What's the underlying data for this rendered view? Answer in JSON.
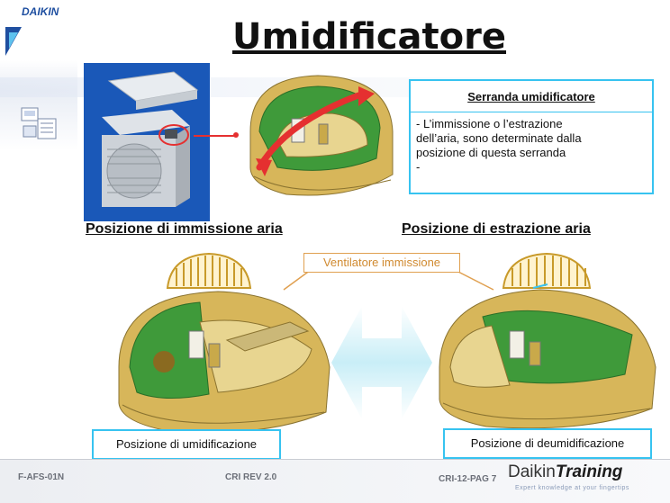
{
  "brand": {
    "logo": "DAIKIN",
    "training_prefix": "Daikin",
    "training_suffix": "Training",
    "tagline": "Expert knowledge at your fingertips"
  },
  "title": "Umidificatore",
  "info_box": {
    "title": "Serranda umidificatore",
    "body": "- L’immissione o l’estrazione\n  dell’aria, sono determinate dalla\n  posizione di questa serranda\n-"
  },
  "sections": {
    "left_label": "Posizione di immissione aria",
    "right_label": "Posizione di estrazione aria"
  },
  "fan_caption": "Ventilatore immissione",
  "captions": {
    "left": "Posizione di umidificazione",
    "right": "Posizione di deumidificazione"
  },
  "footer": {
    "code": "F-AFS-01N",
    "revision": "CRI REV 2.0",
    "page": "CRI-12-PAG 7"
  },
  "colors": {
    "accent_box": "#37c3f0",
    "damper_arrow": "#e53030",
    "caption_orange": "#d08a30",
    "brand_blue": "#1f4fa0"
  }
}
